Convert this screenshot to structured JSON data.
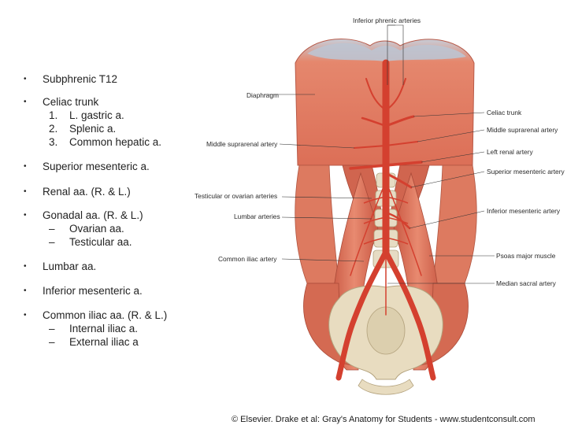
{
  "bullets": [
    {
      "text": "Subphrenic T12",
      "subs": []
    },
    {
      "text": "Celiac trunk",
      "subs": [
        {
          "marker": "1.",
          "text": "L. gastric a."
        },
        {
          "marker": "2.",
          "text": "Splenic a."
        },
        {
          "marker": "3.",
          "text": "Common hepatic a."
        }
      ]
    },
    {
      "text": "Superior mesenteric a.",
      "subs": []
    },
    {
      "text": "Renal aa. (R. & L.)",
      "subs": []
    },
    {
      "text": "Gonadal aa. (R. & L.)",
      "subs": [
        {
          "marker": "–",
          "text": "Ovarian aa."
        },
        {
          "marker": "–",
          "text": "Testicular aa."
        }
      ]
    },
    {
      "text": "Lumbar aa.",
      "subs": []
    },
    {
      "text": "Inferior mesenteric a.",
      "subs": []
    },
    {
      "text": "Common iliac aa. (R. & L.)",
      "subs": [
        {
          "marker": "–",
          "text": "Internal iliac a."
        },
        {
          "marker": "–",
          "text": "External iliac a"
        }
      ]
    }
  ],
  "bullet_symbol": "•",
  "figure": {
    "labels": {
      "inferior_phrenic": "Inferior phrenic arteries",
      "diaphragm": "Diaphragm",
      "middle_suprarenal_left": "Middle suprarenal artery",
      "testicular_ovarian": "Testicular or ovarian arteries",
      "lumbar": "Lumbar arteries",
      "common_iliac": "Common iliac artery",
      "celiac": "Celiac trunk",
      "middle_suprarenal_right": "Middle suprarenal artery",
      "left_renal": "Left renal artery",
      "superior_mesenteric": "Superior mesenteric artery",
      "inferior_mesenteric": "Inferior mesenteric artery",
      "psoas": "Psoas major muscle",
      "median_sacral": "Median sacral artery"
    },
    "credit": "© Elsevier. Drake et al: Gray's Anatomy for Students - www.studentconsult.com",
    "colors": {
      "muscle": "#e07a62",
      "muscle_dark": "#c85a45",
      "tendon": "#b9c3d2",
      "artery": "#d4402f",
      "bone": "#e8dcc0",
      "bone_shadow": "#c9b995"
    }
  }
}
